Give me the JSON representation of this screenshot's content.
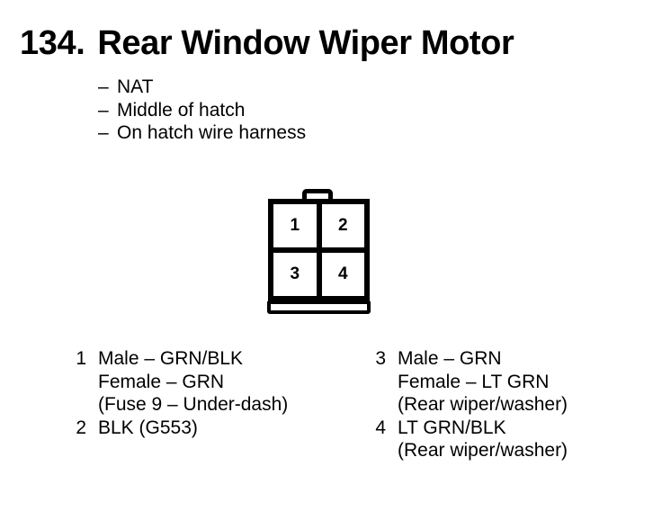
{
  "title": {
    "number": "134.",
    "text": "Rear Window Wiper Motor"
  },
  "description": {
    "lines": [
      {
        "dash": "–",
        "text": "NAT"
      },
      {
        "dash": "–",
        "text": "Middle of hatch"
      },
      {
        "dash": "–",
        "text": "On hatch wire harness"
      }
    ]
  },
  "connector": {
    "type": "4-cavity-connector",
    "cavities": [
      {
        "id": "1",
        "label": "1"
      },
      {
        "id": "2",
        "label": "2"
      },
      {
        "id": "3",
        "label": "3"
      },
      {
        "id": "4",
        "label": "4"
      }
    ]
  },
  "legend": {
    "left_column": [
      {
        "pin": "1",
        "lines": [
          "Male – GRN/BLK",
          "Female – GRN",
          "(Fuse 9 – Under-dash)"
        ]
      },
      {
        "pin": "2",
        "lines": [
          "BLK (G553)"
        ]
      }
    ],
    "right_column": [
      {
        "pin": "3",
        "lines": [
          "Male – GRN",
          "Female – LT GRN",
          "(Rear wiper/washer)"
        ]
      },
      {
        "pin": "4",
        "lines": [
          "LT GRN/BLK",
          "(Rear wiper/washer)"
        ]
      }
    ]
  },
  "colors": {
    "ink": "#000000",
    "background": "#ffffff"
  }
}
